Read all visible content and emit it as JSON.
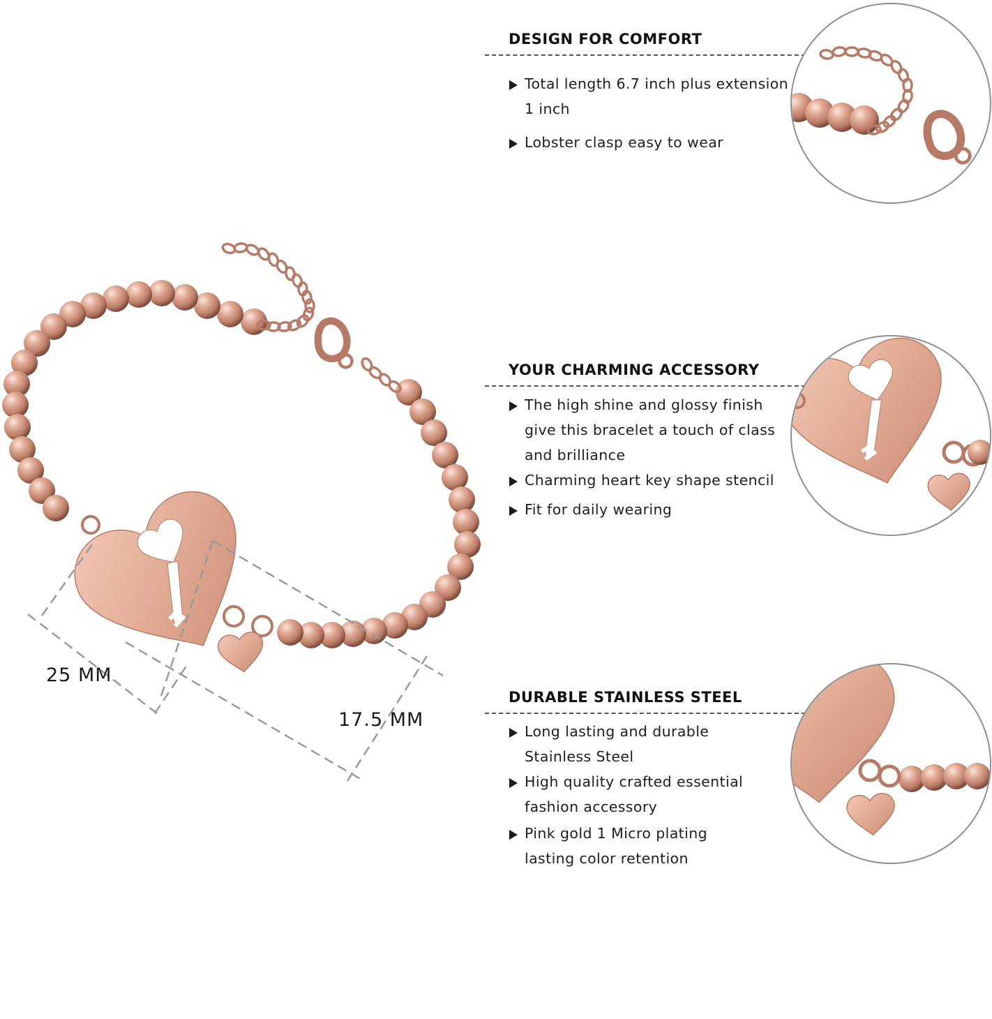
{
  "sections": [
    {
      "title": "DESIGN FOR COMFORT",
      "bullets": [
        "Total length 6.7 inch plus extension 1 inch",
        "Lobster clasp easy to wear"
      ]
    },
    {
      "title": "YOUR CHARMING ACCESSORY",
      "bullets": [
        "The high shine and glossy finish give this bracelet a touch of class and brilliance",
        "Charming heart key shape stencil",
        "Fit for daily wearing"
      ]
    },
    {
      "title": "DURABLE STAINLESS STEEL",
      "bullets": [
        "Long lasting and durable Stainless Steel",
        "High quality crafted essential fashion accessory",
        "Pink gold 1 Micro plating lasting color retention"
      ]
    }
  ],
  "dimensions": {
    "width_label": "25 MM",
    "height_label": "17.5 MM"
  },
  "colors": {
    "rose_gold": "#d9a18b",
    "rose_gold_dark": "#b77a66",
    "rose_gold_light": "#f4d4c6",
    "text": "#1a1a1a"
  }
}
